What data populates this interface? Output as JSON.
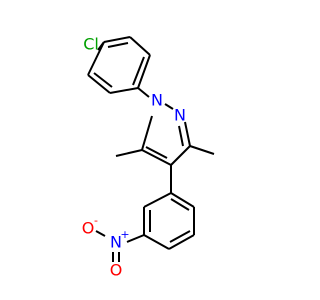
{
  "molecule": {
    "atoms": {
      "cl": {
        "symbol": "Cl",
        "color": "#00a000"
      },
      "n1": {
        "symbol": "N",
        "color": "#0000ff"
      },
      "n2": {
        "symbol": "N",
        "color": "#0000ff"
      },
      "n_nitro": {
        "symbol": "N",
        "color": "#0000ff",
        "charge": "+"
      },
      "o_minus": {
        "symbol": "O",
        "color": "#ff0000",
        "charge": "-"
      },
      "o_double": {
        "symbol": "O",
        "color": "#ff0000"
      }
    },
    "bond_color": "#000000"
  }
}
